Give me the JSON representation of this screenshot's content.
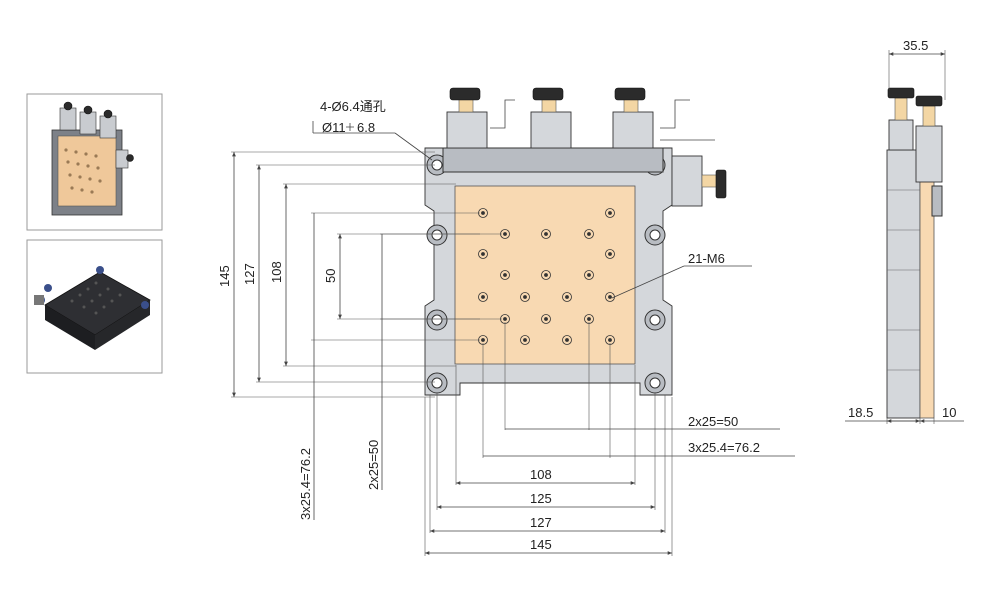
{
  "thumbnails": {
    "top_alt": "",
    "bottom_alt": ""
  },
  "front_view": {
    "hole_callout_line1": "4-Ø6.4通孔",
    "hole_callout_line2": "Ø11",
    "hole_callout_line2b": "6.8",
    "thread_callout": "21-M6",
    "dims": {
      "v_145": "145",
      "v_127": "127",
      "v_108": "108",
      "v_50": "50",
      "v_3x254": "3x25.4=76.2",
      "v_2x25": "2x25=50",
      "h_2x25": "2x25=50",
      "h_3x254": "3x25.4=76.2",
      "h_108": "108",
      "h_125": "125",
      "h_127": "127",
      "h_145": "145"
    }
  },
  "side_view": {
    "dims": {
      "top_width": "35.5",
      "left_offset": "18.5",
      "right_offset": "10"
    }
  },
  "colors": {
    "plate": "#f8d9b2",
    "metal": "#b8bcc2",
    "knob": "#2b2b2b",
    "brass": "#f3d6a4"
  }
}
